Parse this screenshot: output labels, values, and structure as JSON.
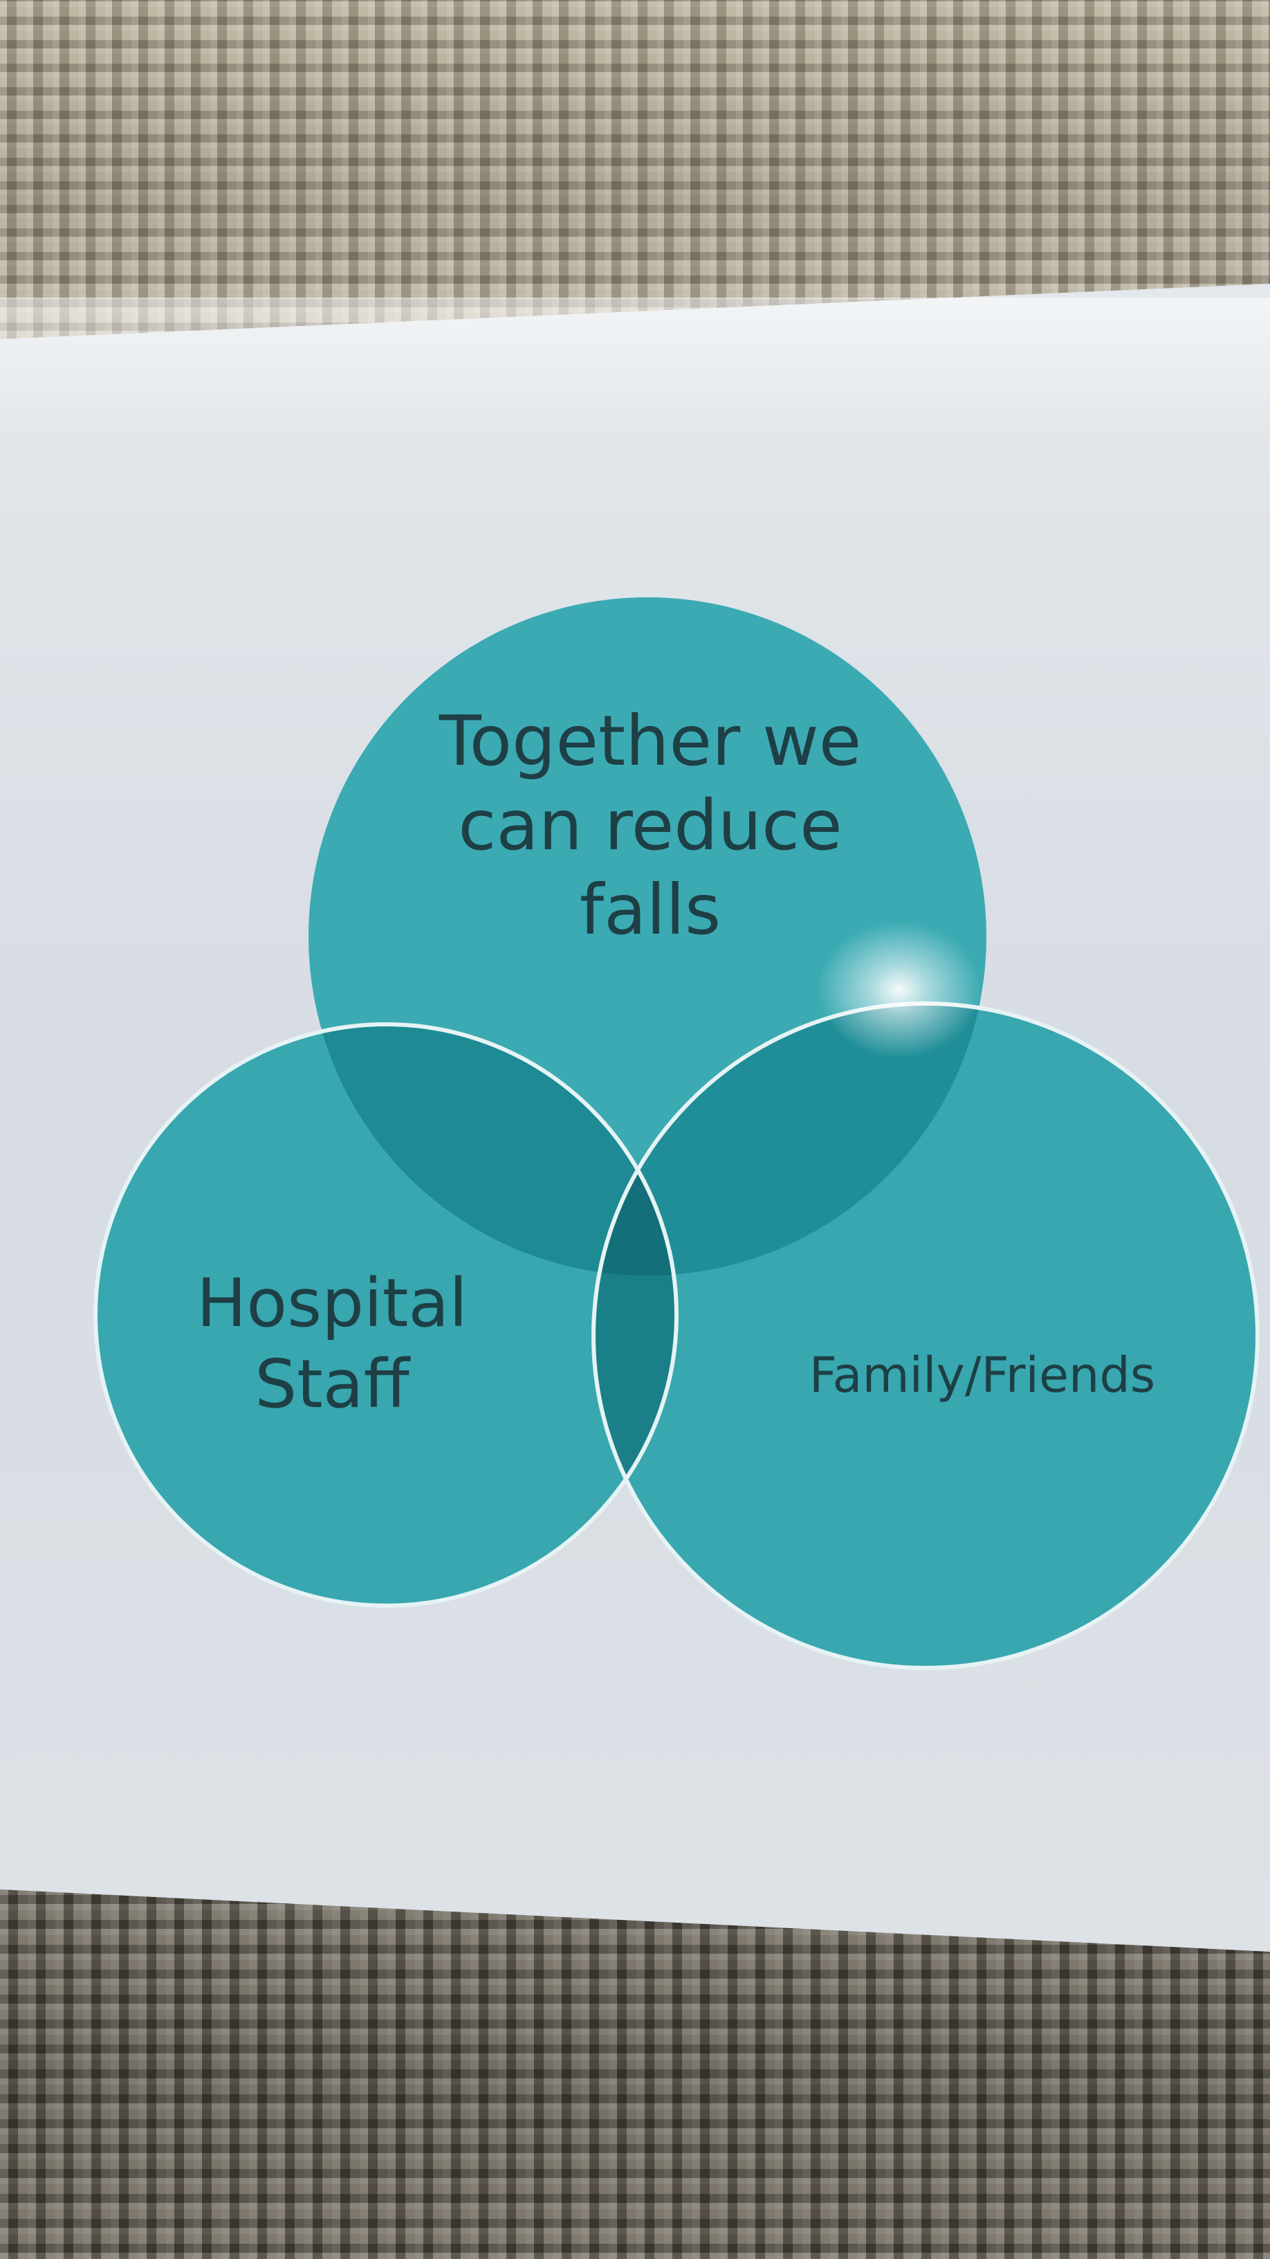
{
  "photo": {
    "subject": "laminated sign",
    "colors": {
      "circle": "#2fa3ad",
      "circle_outline": "#e6f3f4",
      "overlap_dark": "#1a7e89",
      "paper": "#d7dde3",
      "text": "#1e3f45"
    }
  },
  "venn": {
    "top_circle": {
      "lines": [
        "Together we",
        "can reduce",
        "falls"
      ]
    },
    "left_circle": {
      "lines": [
        "Hospital",
        "Staff"
      ]
    },
    "right_circle": {
      "lines": [
        "Family/Friends"
      ]
    }
  }
}
